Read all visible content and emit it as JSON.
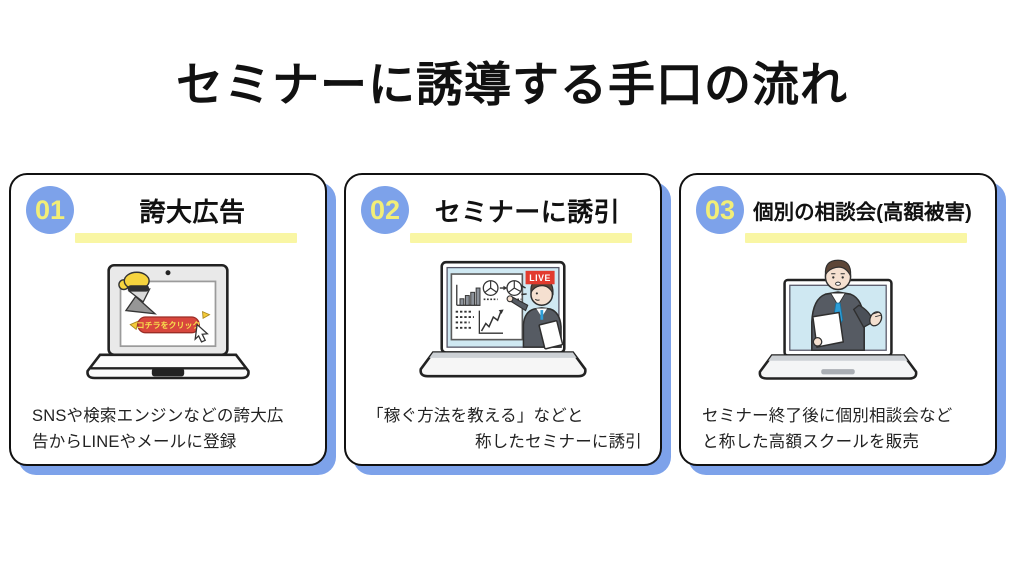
{
  "page": {
    "title": "セミナーに誘導する手口の流れ"
  },
  "colors": {
    "accent_blue": "#7da2ea",
    "number_yellow": "#f2ee77",
    "underline_yellow": "#f9f6a4",
    "screen_blue": "#cfe8f2",
    "live_red": "#e23b2e",
    "ad_button_red": "#d8473d",
    "outline_black": "#111111"
  },
  "steps": [
    {
      "number": "01",
      "title": "誇大広告",
      "description_lines": [
        "SNSや検索エンジンなどの誇大広",
        "告からLINEやメールに登録"
      ],
      "illustration": "laptop-exaggerated-ad",
      "ad_button_label": "コチラをクリック"
    },
    {
      "number": "02",
      "title": "セミナーに誘引",
      "description_lines": [
        "「稼ぐ方法を教える」などと",
        "称したセミナーに誘引"
      ],
      "illustration": "laptop-live-seminar",
      "live_badge": "LIVE"
    },
    {
      "number": "03",
      "title": "個別の相談会(高額被害)",
      "description_lines": [
        "セミナー終了後に個別相談会など",
        "と称した高額スクールを販売"
      ],
      "illustration": "laptop-online-consultant"
    }
  ]
}
